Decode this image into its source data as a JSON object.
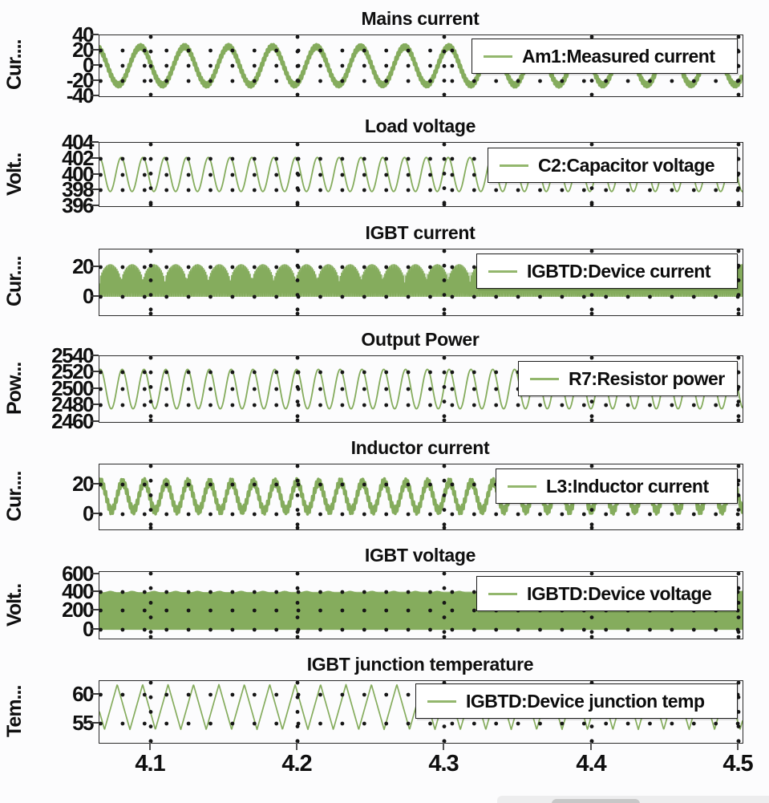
{
  "app": {
    "description": "Stacked power-electronics simulation scope traces",
    "background": "#fcfcfd",
    "trace_color": "#85ac5d",
    "legend_swatch_color": "#93b76d",
    "grid_dot_color": "#161616"
  },
  "xaxis": {
    "tick_labels": [
      "4.1",
      "4.2",
      "4.3",
      "4.4",
      "4.5"
    ]
  },
  "chart_data": [
    {
      "type": "line",
      "title": "Mains current",
      "ylabel": "Cur....",
      "ytick_labels": [
        "40",
        "20",
        "0",
        "-20",
        "-40"
      ],
      "ylim": [
        -40,
        40
      ],
      "xlim": [
        4.06,
        4.5
      ],
      "grid": "dotted",
      "legend": "Am1:Measured current",
      "legend_position": "upper right",
      "series": [
        {
          "name": "Am1:Measured current",
          "waveform": "sine_ripple",
          "offset": 0,
          "amplitude": 25,
          "cycles_visible": 14.6,
          "ripple_amplitude": 2.8,
          "ripple_cycles": 330,
          "phase": 2.0
        }
      ]
    },
    {
      "type": "line",
      "title": "Load voltage",
      "ylabel": "Volt..",
      "ytick_labels": [
        "404",
        "402",
        "400",
        "398",
        "396"
      ],
      "ylim": [
        396,
        404
      ],
      "xlim": [
        4.06,
        4.5
      ],
      "grid": "dotted",
      "legend": "C2:Capacitor voltage",
      "legend_position": "upper right",
      "series": [
        {
          "name": "C2:Capacitor voltage",
          "waveform": "sine",
          "offset": 400,
          "amplitude": 2.15,
          "cycles_visible": 29.5,
          "phase": 1.6
        }
      ]
    },
    {
      "type": "line",
      "title": "IGBT current",
      "ylabel": "Cur....",
      "ytick_labels": [
        "20",
        "0"
      ],
      "ylim": [
        -12.4,
        31.9
      ],
      "xlim": [
        4.06,
        4.5
      ],
      "grid": "dotted",
      "legend": "IGBTD:Device current",
      "legend_position": "upper right",
      "series": [
        {
          "name": "IGBTD:Device current",
          "waveform": "pwm_fill",
          "base": 0,
          "envelope_min": 9,
          "envelope_max": 22,
          "envelope_bumps": 29.5,
          "envelope_exponent": 0.5
        }
      ]
    },
    {
      "type": "line",
      "title": "Output Power",
      "ylabel": "Pow...",
      "ytick_labels": [
        "2540",
        "2520",
        "2500",
        "2480",
        "2460"
      ],
      "ylim": [
        2460,
        2540
      ],
      "xlim": [
        4.06,
        4.5
      ],
      "grid": "dotted",
      "legend": "R7:Resistor power",
      "legend_position": "upper right",
      "series": [
        {
          "name": "R7:Resistor power",
          "waveform": "sine",
          "offset": 2500,
          "amplitude": 24,
          "cycles_visible": 29.5,
          "phase": 1.3
        }
      ]
    },
    {
      "type": "line",
      "title": "Inductor current",
      "ylabel": "Cur....",
      "ytick_labels": [
        "20",
        "0"
      ],
      "ylim": [
        -10.3,
        33.5
      ],
      "xlim": [
        4.06,
        4.5
      ],
      "grid": "dotted",
      "legend": "L3:Inductor current",
      "legend_position": "upper right",
      "series": [
        {
          "name": "L3:Inductor current",
          "waveform": "sine_ripple",
          "offset": 12,
          "amplitude": 9.5,
          "cycles_visible": 29.5,
          "ripple_amplitude": 2.6,
          "ripple_cycles": 330,
          "phase": 1.2
        }
      ]
    },
    {
      "type": "line",
      "title": "IGBT voltage",
      "ylabel": "Volt..",
      "ytick_labels": [
        "600",
        "400",
        "200",
        "0"
      ],
      "ylim": [
        -93,
        613
      ],
      "xlim": [
        4.06,
        4.5
      ],
      "grid": "dotted",
      "legend": "IGBTD:Device voltage",
      "legend_position": "upper right",
      "series": [
        {
          "name": "IGBTD:Device voltage",
          "waveform": "pwm_fill",
          "base": 0,
          "envelope_min": 398,
          "envelope_max": 413,
          "envelope_bumps": 29.5,
          "envelope_exponent": 6
        }
      ]
    },
    {
      "type": "line",
      "title": "IGBT junction temperature",
      "ylabel": "Tem...",
      "ytick_labels": [
        "60",
        "55"
      ],
      "ylim": [
        51.7,
        62.4
      ],
      "xlim": [
        4.06,
        4.5
      ],
      "grid": "dotted",
      "legend": "IGBTD:Device junction temp",
      "legend_position": "upper right",
      "series": [
        {
          "name": "IGBTD:Device junction temp",
          "waveform": "triangle",
          "offset": 57.9,
          "amplitude": 3.9,
          "cycles_visible": 25.3,
          "phase": 0.3
        }
      ]
    }
  ]
}
